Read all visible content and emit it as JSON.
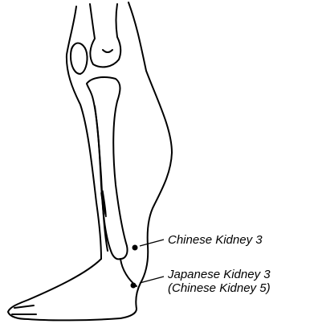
{
  "points": [
    {
      "id": "chinese-kidney-3",
      "label": "Chinese Kidney 3"
    },
    {
      "id": "japanese-kidney-3",
      "label": "Japanese Kidney 3",
      "sublabel": "(Chinese Kidney 5)"
    }
  ],
  "colors": {
    "ink": "#000000",
    "background": "#ffffff"
  }
}
